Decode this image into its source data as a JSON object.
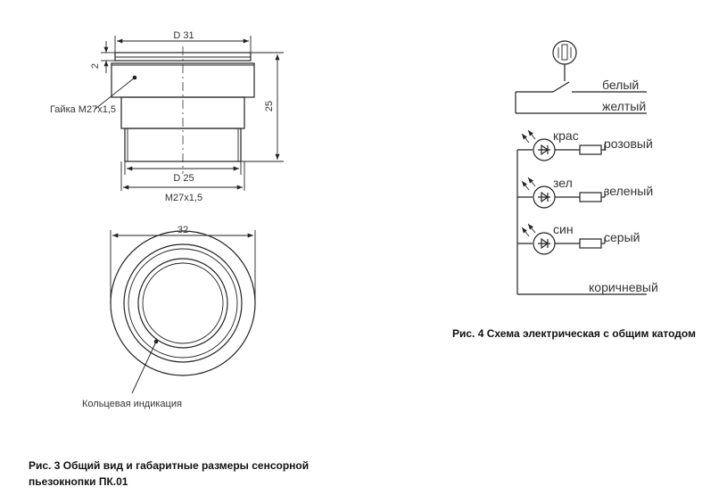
{
  "fig3": {
    "dim_top": "D 31",
    "dim_gap": "2",
    "dim_height": "25",
    "dim_inner": "D 25",
    "dim_thread": "M27x1,5",
    "nut_label": "Гайка M27x1,5",
    "dim_width": "32",
    "ring_label": "Кольцевая индикация",
    "caption_line1": "Рис. 3 Общий вид и габаритные размеры сенсорной",
    "caption_line2": "пьезокнопки ПК.01"
  },
  "fig4": {
    "wires": {
      "white": "белый",
      "yellow": "желтый",
      "pink": "розовый",
      "green": "зеленый",
      "gray": "серый",
      "brown": "коричневый"
    },
    "leds": {
      "red": "крас",
      "green": "зел",
      "blue": "син"
    },
    "caption": "Рис. 4 Схема электрическая с общим катодом"
  }
}
